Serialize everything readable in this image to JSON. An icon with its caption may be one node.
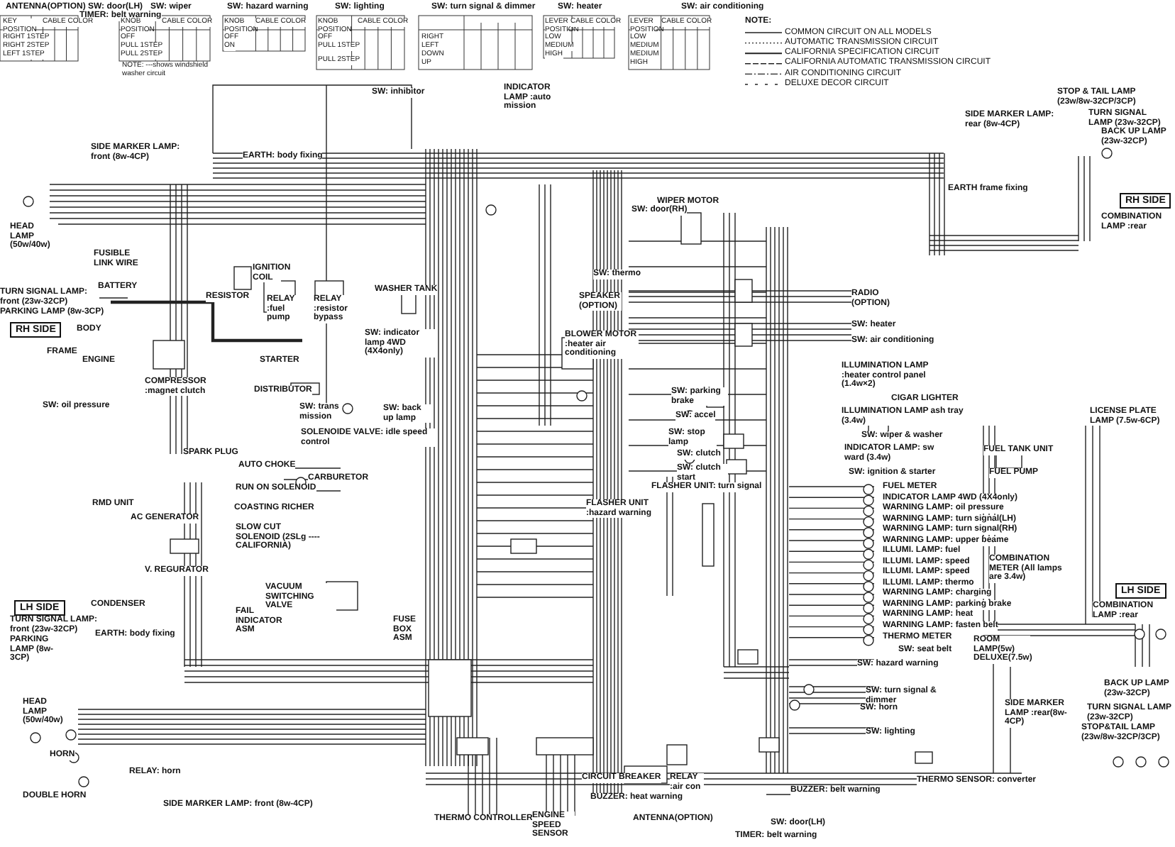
{
  "diagram": {
    "nodes": [
      {
        "text": [
          "RH SIDE"
        ]
      },
      {
        "text": [
          "RH SIDE"
        ]
      },
      {
        "text": [
          "LH SIDE"
        ]
      },
      {
        "text": [
          "LH SIDE"
        ]
      }
    ],
    "labels": [
      "ANTENNA(OPTION)",
      "SW: door(LH)",
      "TIMER: belt warning",
      "KEY POSITION",
      "CABLE COLOR",
      "RIGHT 1STEP",
      "RIGHT 2STEP",
      "LEFT 1STEP",
      "SW: wiper",
      "KNOB POSITION",
      "CABLE COLOR",
      "OFF",
      "PULL 1STEP",
      "PULL 2STEP",
      "NOTE: ---shows windshield washer circuit",
      "SW: hazard warning",
      "KNOB POSITION",
      "CABLE COLOR",
      "OFF",
      "ON",
      "SW: lighting",
      "KNOB POSITION",
      "CABLE COLOR",
      "OFF",
      "PULL 1STEP",
      "PULL 2STEP",
      "SW: turn signal & dimmer",
      "RIGHT",
      "LEFT",
      "DOWN",
      "UP",
      "SW: heater",
      "LEVER POSITION",
      "CABLE COLOR",
      "LOW",
      "MEDIUM",
      "HIGH",
      "SW: air conditioning",
      "LEVER POSITION",
      "CABLE COLOR",
      "LOW",
      "MEDIUM",
      "MEDIUM",
      "HIGH",
      "NOTE:",
      "SW: inhibitor",
      "INDICATOR LAMP :auto mission",
      "SIDE MARKER LAMP: front (8w-4CP)",
      "EARTH: body fixing",
      "HEAD LAMP (50w/40w)",
      "FUSIBLE LINK WIRE",
      "BATTERY",
      "TURN SIGNAL LAMP: front (23w-32CP)",
      "PARKING LAMP (8w-3CP)",
      "BODY",
      "FRAME",
      "ENGINE",
      "RESISTOR",
      "IGNITION COIL",
      "RELAY :fuel pump",
      "RELAY :resistor bypass",
      "WASHER TANK",
      "SW: indicator lamp 4WD (4X4only)",
      "STARTER",
      "COMPRESSOR :magnet clutch",
      "DISTRIBUTOR",
      "SW: oil pressure",
      "SW: trans mission",
      "SW: back up lamp",
      "SPARK PLUG",
      "SOLENOIDE VALVE: idle speed control",
      "AUTO CHOKE",
      "CARBURETOR",
      "RUN ON SOLENOID",
      "RMD UNIT",
      "COASTING RICHER",
      "AC GENERATOR",
      "SLOW CUT SOLENOID (2SLg ----CALIFORNIA)",
      "V. REGURATOR",
      "VACUUM SWITCHING VALVE",
      "CONDENSER",
      "TURN SIGNAL LAMP: front (23w-32CP)",
      "FAIL INDICATOR ASM",
      "FUSE BOX ASM",
      "PARKING LAMP (8w-3CP)",
      "EARTH: body fixing",
      "HEAD LAMP (50w/40w)",
      "HORN",
      "RELAY: horn",
      "DOUBLE HORN",
      "SIDE MARKER LAMP: front (8w-4CP)",
      "THERMO CONTROLLER",
      "ENGINE SPEED SENSOR",
      "STOP & TAIL LAMP (23w/8w-32CP/3CP)",
      "SIDE MARKER LAMP: rear (8w-4CP)",
      "TURN SIGNAL LAMP (23w-32CP)",
      "BACK UP LAMP (23w-32CP)",
      "EARTH frame fixing",
      "COMBINATION LAMP :rear",
      "WIPER MOTOR",
      "SW: door(RH)",
      "SW: thermo",
      "SPEAKER (OPTION)",
      "RADIO (OPTION)",
      "BLOWER MOTOR :heater air conditioning",
      "SW: heater",
      "SW: air conditioning",
      "ILLUMINATION LAMP :heater control panel (1.4w×2)",
      "SW: parking brake",
      "CIGAR LIGHTER",
      "ILLUMINATION LAMP ash tray (3.4w)",
      "SW: accel",
      "SW: stop lamp",
      "SW: wiper & washer",
      "FUEL TANK UNIT",
      "SW: clutch",
      "INDICATOR LAMP: sw ward (3.4w)",
      "FUEL PUMP",
      "SW: clutch start",
      "SW: ignition & starter",
      "FLASHER UNIT: turn signal",
      "FLASHER UNIT :hazard warning",
      "FUEL METER",
      "INDICATOR LAMP 4WD (4X4only)",
      "WARNING LAMP: oil pressure",
      "WARNING LAMP: turn signal(LH)",
      "WARNING LAMP: turn signal(RH)",
      "WARNING LAMP: upper beame",
      "ILLUMI. LAMP: fuel",
      "ILLUMI. LAMP: speed",
      "ILLUMI. LAMP: speed",
      "ILLUMI. LAMP: thermo",
      "WARNING LAMP: charging",
      "WARNING LAMP: parking brake",
      "WARNING LAMP: heat",
      "WARNING LAMP: fasten belt",
      "THERMO METER",
      "COMBINATION METER (All lamps are 3.4w)",
      "COMBINATION LAMP :rear",
      "LICENSE PLATE LAMP (7.5w-6CP)",
      "ROOM LAMP(5w) DELUXE(7.5w)",
      "SW: seat belt",
      "SW: hazard warning",
      "SW: turn signal & dimmer",
      "SW: horn",
      "SW: lighting",
      "SIDE MARKER LAMP :rear(8w-4CP)",
      "BACK UP LAMP (23w-32CP)",
      "TURN SIGNAL LAMP (23w-32CP)",
      "STOP&TAIL LAMP (23w/8w-32CP/3CP)",
      "CIRCUIT BREAKER",
      "RELAY :air con",
      "BUZZER: heat warning",
      "THERMO SENSOR: converter",
      "BUZZER: belt warning",
      "ANTENNA(OPTION)",
      "SW: door(LH)",
      "TIMER: belt warning"
    ],
    "legend": [
      {
        "text": "COMMON CIRCUIT ON ALL MODELS"
      },
      {
        "text": "AUTOMATIC TRANSMISSION CIRCUIT"
      },
      {
        "text": "CALIFORNIA SPECIFICATION CIRCUIT"
      },
      {
        "text": "CALIFORNIA AUTOMATIC TRANSMISSION CIRCUIT"
      },
      {
        "text": "AIR CONDITIONING CIRCUIT"
      },
      {
        "text": "DELUXE DECOR CIRCUIT"
      }
    ]
  }
}
